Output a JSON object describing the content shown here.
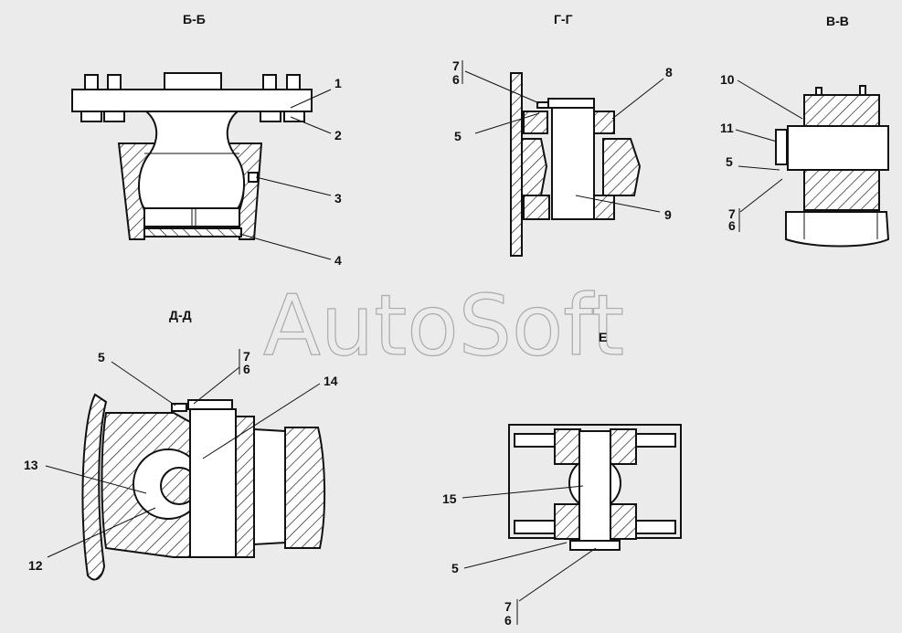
{
  "views": {
    "bb": {
      "title": "Б-Б",
      "labels": [
        "1",
        "2",
        "3",
        "4"
      ]
    },
    "gg": {
      "title": "Г-Г",
      "labels": [
        "8",
        "5",
        "9"
      ],
      "split": {
        "top": "7",
        "bottom": "6"
      }
    },
    "vv": {
      "title": "В-В",
      "labels": [
        "10",
        "11",
        "5"
      ],
      "split": {
        "top": "7",
        "bottom": "6"
      }
    },
    "dd": {
      "title": "Д-Д",
      "labels": [
        "5",
        "14",
        "13",
        "12"
      ],
      "split": {
        "top": "7",
        "bottom": "6"
      }
    },
    "e": {
      "title": "Е",
      "labels": [
        "15",
        "5"
      ],
      "split": {
        "top": "7",
        "bottom": "6"
      }
    }
  },
  "watermark": "AutoSoft"
}
